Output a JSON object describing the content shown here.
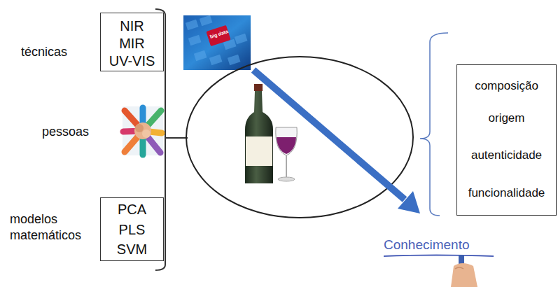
{
  "diagram": {
    "nodes": [
      {
        "text": [
          "NIR",
          "MIR",
          "UV-VIS"
        ]
      },
      {
        "text": [
          "PCA",
          "PLS",
          "SVM"
        ]
      },
      {
        "text": [
          "composição",
          "origem",
          "autenticidade",
          "funcionalidade"
        ]
      }
    ],
    "labels": [
      "técnicas",
      "pessoas",
      "modelos matemáticos",
      "big data",
      "Conhecimento"
    ]
  }
}
